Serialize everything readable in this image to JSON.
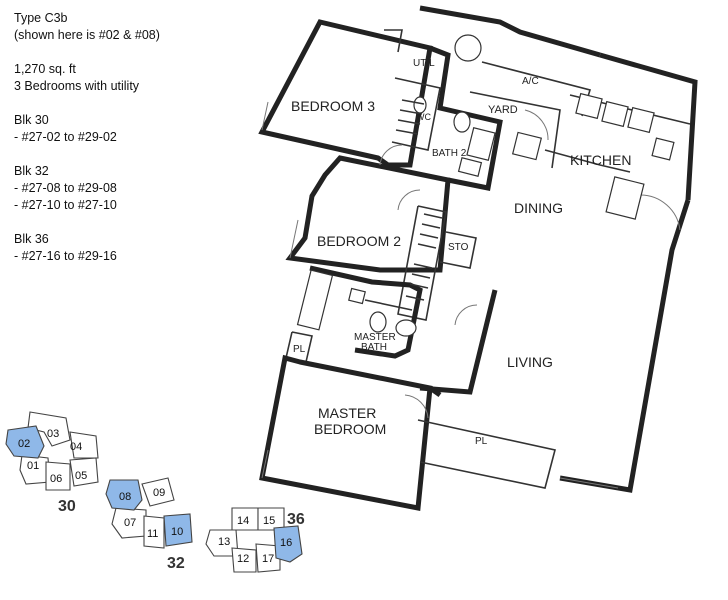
{
  "info": {
    "type_line": "Type C3b",
    "shown_line": "(shown here is #02 & #08)",
    "area_line": "1,270 sq. ft",
    "bedrooms_line": "3 Bedrooms with utility",
    "blocks": [
      {
        "name": "Blk 30",
        "units": [
          "- #27-02 to #29-02"
        ]
      },
      {
        "name": "Blk 32",
        "units": [
          "- #27-08 to #29-08",
          "- #27-10 to #27-10"
        ]
      },
      {
        "name": "Blk 36",
        "units": [
          "- #27-16 to #29-16"
        ]
      }
    ]
  },
  "rooms": {
    "util": "UTIL",
    "ac": "A/C",
    "bedroom3": "BEDROOM 3",
    "yard": "YARD",
    "wc": "WC",
    "bath2": "BATH 2",
    "kitchen": "KITCHEN",
    "dining": "DINING",
    "bedroom2": "BEDROOM 2",
    "sto": "STO",
    "pl_left": "PL",
    "master_bath_1": "MASTER",
    "master_bath_2": "BATH",
    "living": "LIVING",
    "master_bed_1": "MASTER",
    "master_bed_2": "BEDROOM",
    "pl_bottom": "PL"
  },
  "key_plan": {
    "highlight_color": "#8fb8e8",
    "block30": {
      "label": "30",
      "units": [
        "02",
        "03",
        "04",
        "01",
        "06",
        "05"
      ],
      "highlighted": [
        "02"
      ]
    },
    "block32": {
      "label": "32",
      "units": [
        "08",
        "09",
        "07",
        "11",
        "10"
      ],
      "highlighted": [
        "08",
        "10"
      ]
    },
    "block36": {
      "label": "36",
      "units": [
        "14",
        "15",
        "13",
        "12",
        "17",
        "16"
      ],
      "highlighted": [
        "16"
      ]
    }
  }
}
